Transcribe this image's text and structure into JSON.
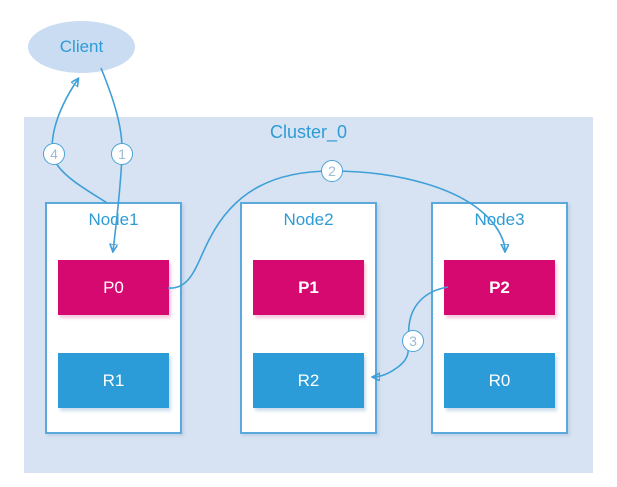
{
  "diagram": {
    "client_label": "Client",
    "cluster_label": "Cluster_0",
    "nodes": [
      {
        "label": "Node1",
        "primary": "P0",
        "replica": "R1"
      },
      {
        "label": "Node2",
        "primary": "P1",
        "replica": "R2"
      },
      {
        "label": "Node3",
        "primary": "P2",
        "replica": "R0"
      }
    ],
    "steps": {
      "s1": "1",
      "s2": "2",
      "s3": "3",
      "s4": "4"
    },
    "colors": {
      "primary_box": "#d60970",
      "replica_box": "#2b9cd8",
      "cluster_bg": "#d7e3f3",
      "client_bg": "#c9dcf2",
      "node_border": "#5ba9dc",
      "line": "#3fa0d8",
      "label_text": "#2e9bd6",
      "badge_text": "#9dbbd4"
    }
  }
}
